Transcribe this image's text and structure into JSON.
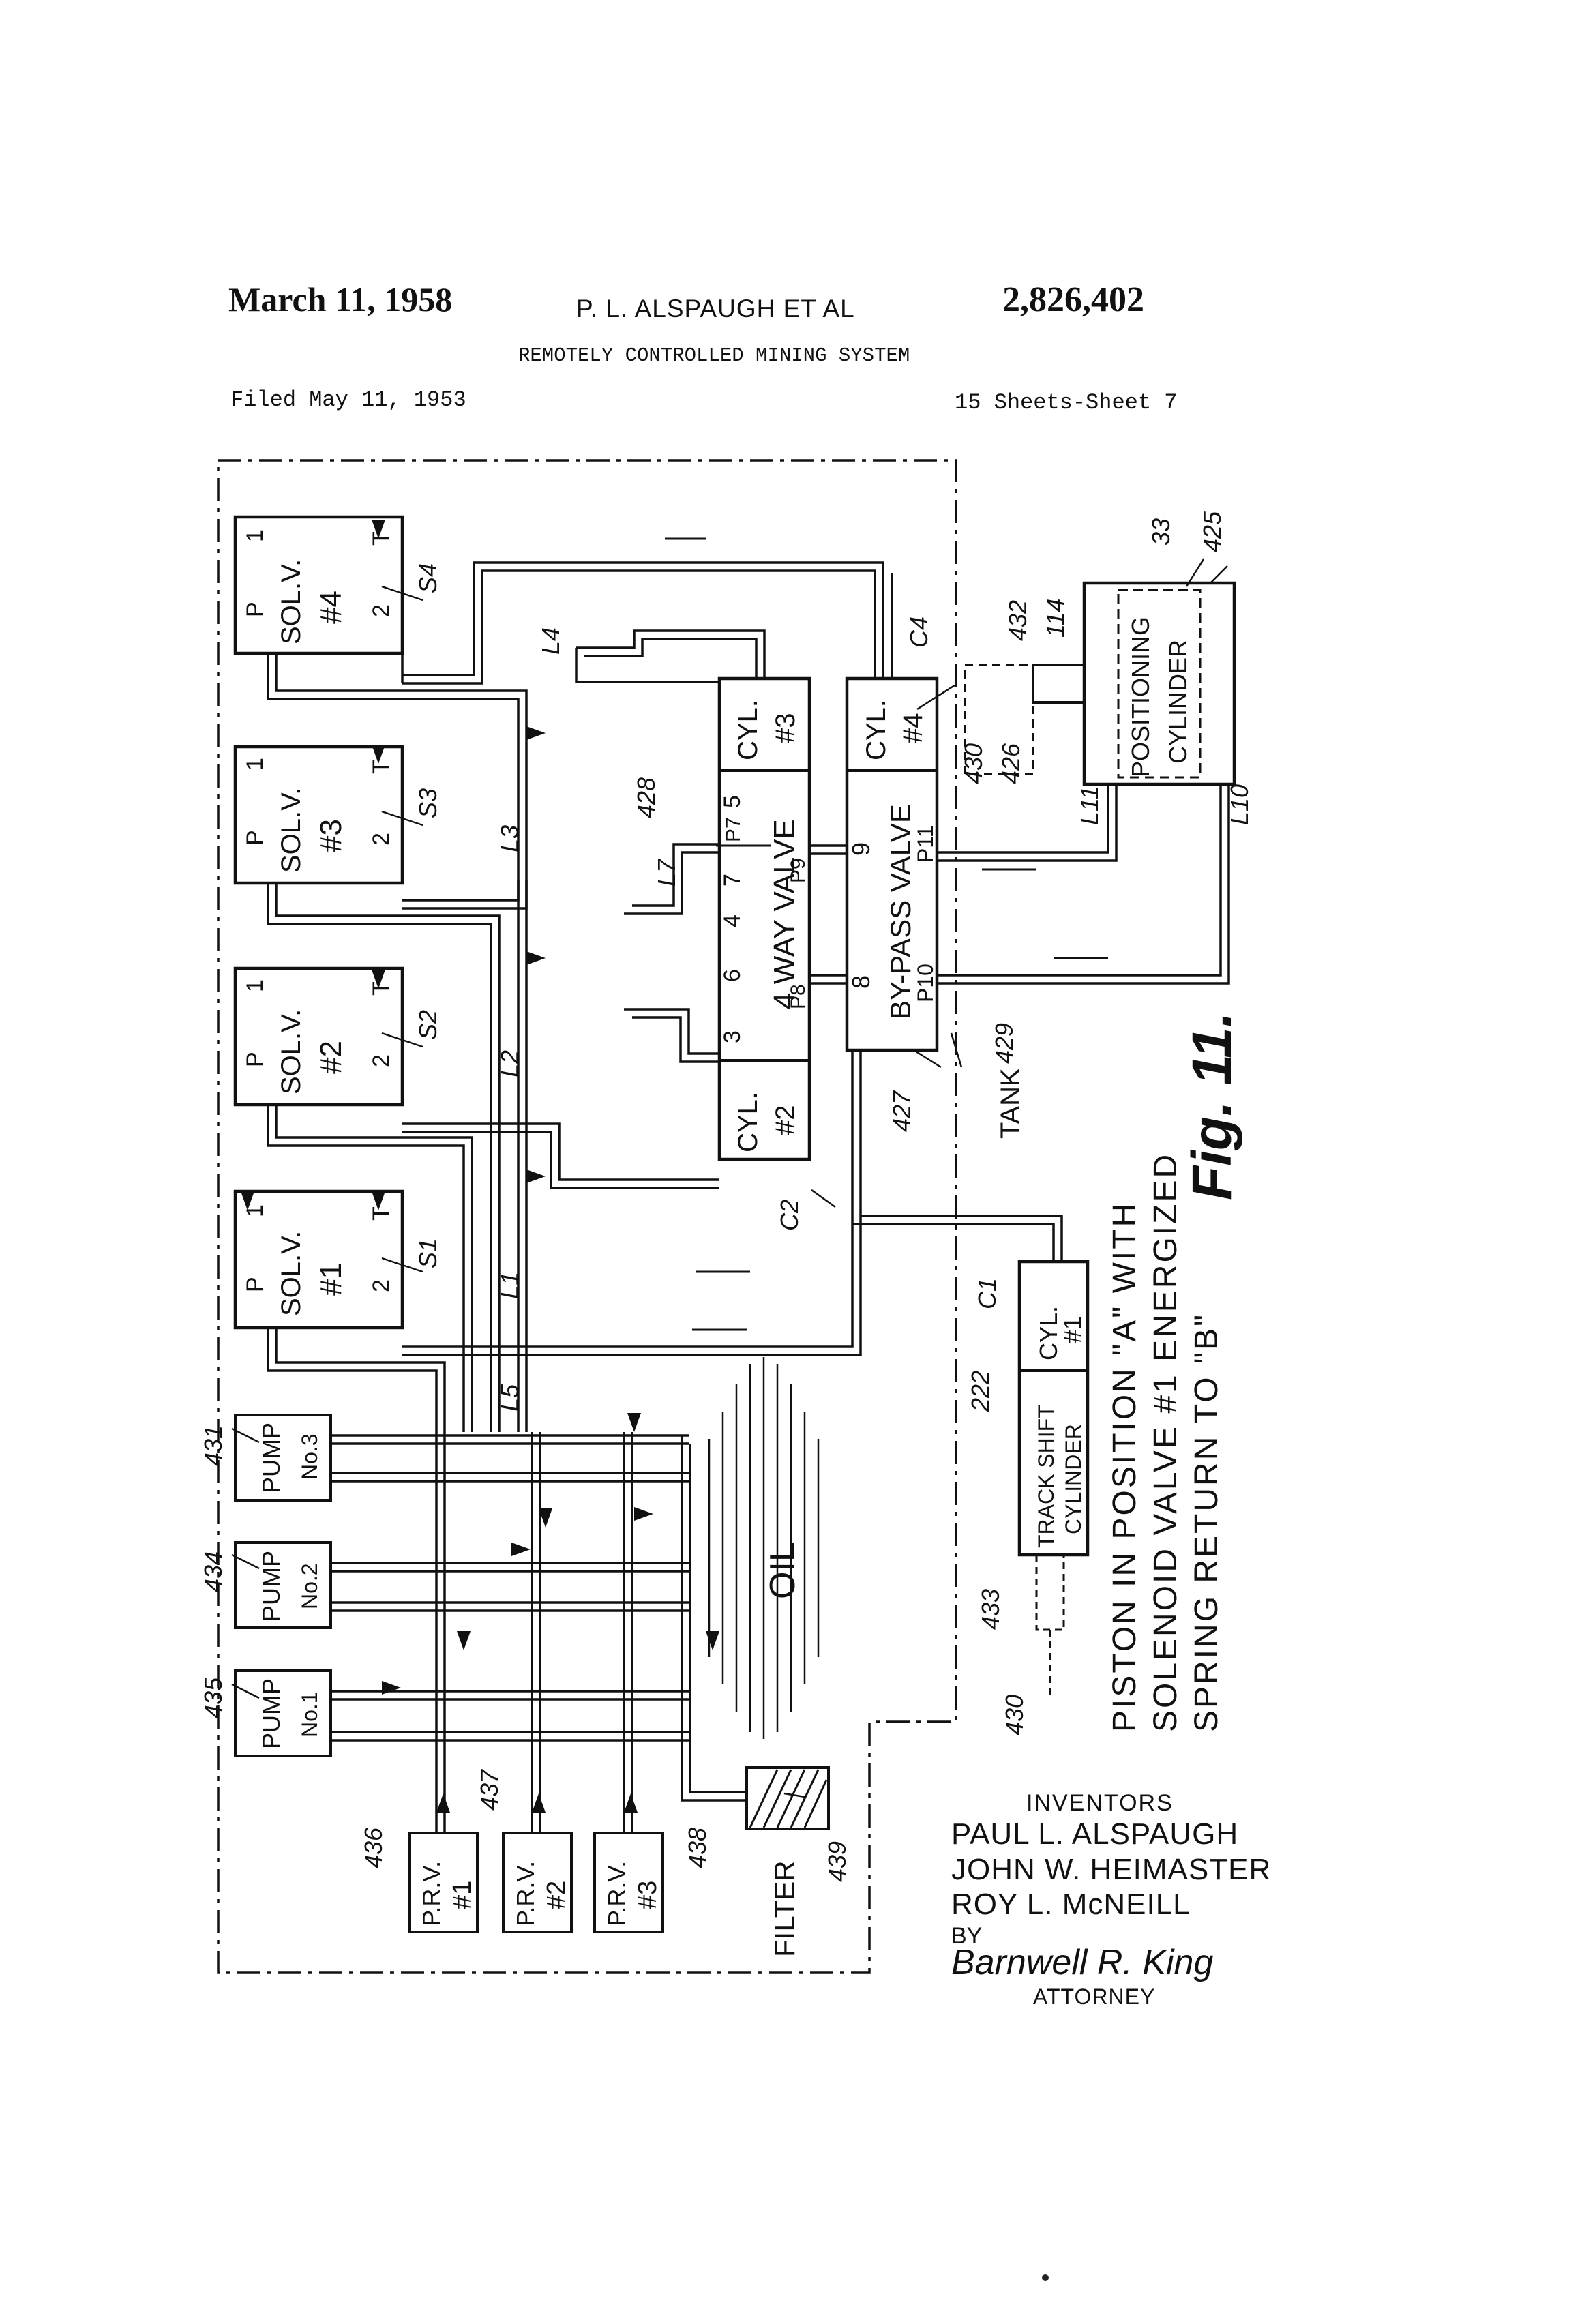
{
  "header": {
    "date": "March 11, 1958",
    "names": "P. L. ALSPAUGH ET AL",
    "patent_number": "2,826,402",
    "subtitle": "REMOTELY CONTROLLED MINING SYSTEM",
    "filed": "Filed May 11, 1953",
    "sheets": "15 Sheets-Sheet 7"
  },
  "labels": {
    "sol": "SOL.V.",
    "sv1": "#1",
    "sv2": "#2",
    "sv3": "#3",
    "sv4": "#4",
    "p": "P",
    "t": "T",
    "one": "1",
    "two": "2",
    "s1": "S1",
    "s2": "S2",
    "s3": "S3",
    "s4": "S4",
    "l1": "L1",
    "l2": "L2",
    "l3": "L3",
    "l4": "L4",
    "l5": "L5",
    "l7": "L7",
    "l10": "L10",
    "l11": "L11",
    "pump": "PUMP",
    "pump3": "No.3",
    "pump2": "No.2",
    "pump1": "No.1",
    "r431": "431",
    "r434": "434",
    "r435": "435",
    "prv": "P.R.V.",
    "prv1": "#1",
    "prv2": "#2",
    "prv3": "#3",
    "r436": "436",
    "r437": "437",
    "r438": "438",
    "filter": "FILTER",
    "r439": "439",
    "oil": "OIL",
    "cyl": "CYL.",
    "cyl2": "#2",
    "cyl3": "#3",
    "cyl4": "#4",
    "cyl1": "#1",
    "c1": "C1",
    "c2": "C2",
    "c4": "C4",
    "fourway": "4 WAY VALVE",
    "n3": "3",
    "n6": "6",
    "n4": "4",
    "n7": "7",
    "n5": "5",
    "n8": "8",
    "n9": "9",
    "p7": "P7",
    "p8": "P8",
    "p9": "P9",
    "p10": "P10",
    "p11": "P11",
    "bypass": "BY-PASS VALVE",
    "r428": "428",
    "r427": "427",
    "r429": "429",
    "tank": "TANK",
    "positioning": "POSITIONING",
    "pcyl": "CYLINDER",
    "r33": "33",
    "r425": "425",
    "r432": "432",
    "r114": "114",
    "r430": "430",
    "r426": "426",
    "trackshift": "TRACK SHIFT",
    "tcyl": "CYLINDER",
    "r222": "222",
    "r433": "433",
    "r430b": "430",
    "caption1": "PISTON IN POSITION \"A\" WITH",
    "caption2": "SOLENOID VALVE #1 ENERGIZED",
    "caption3": "SPRING RETURN TO \"B\"",
    "fig": "Fig. 11."
  },
  "inventors": {
    "heading": "INVENTORS",
    "names": [
      "PAUL L. ALSPAUGH",
      "JOHN W. HEIMASTER",
      "ROY L. McNEILL"
    ],
    "by": "BY",
    "signature": "Barnwell R. King",
    "attorney": "ATTORNEY"
  }
}
